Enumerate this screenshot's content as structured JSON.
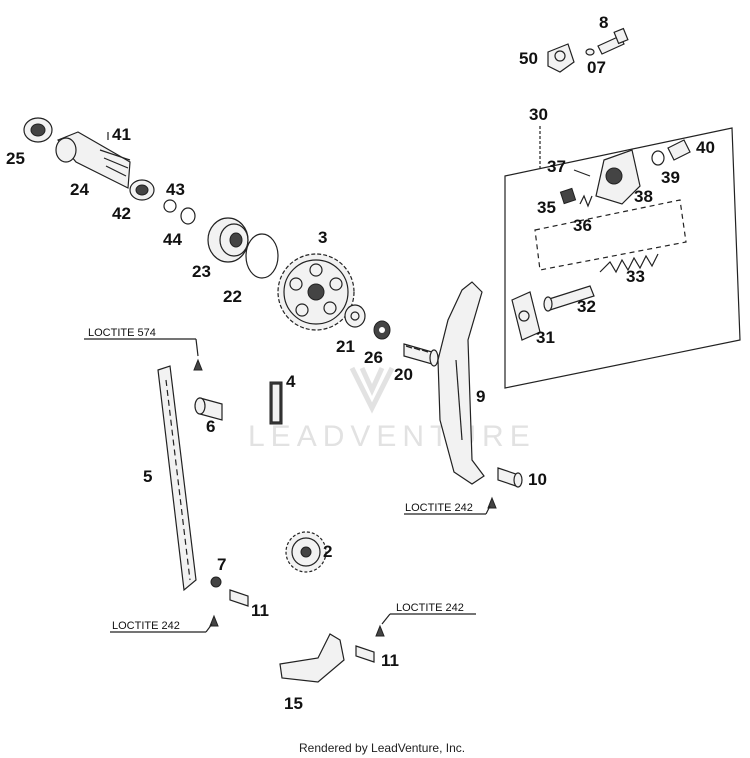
{
  "callouts": [
    "8",
    "50",
    "07",
    "30",
    "41",
    "25",
    "24",
    "43",
    "42",
    "44",
    "37",
    "40",
    "39",
    "38",
    "35",
    "36",
    "3",
    "23",
    "22",
    "33",
    "32",
    "31",
    "21",
    "26",
    "20",
    "9",
    "4",
    "6",
    "5",
    "10",
    "2",
    "7",
    "11",
    "11",
    "15"
  ],
  "notes": [
    "LOCTITE 574",
    "LOCTITE 242",
    "LOCTITE 242",
    "LOCTITE 242"
  ],
  "watermark": "LEADVENTURE",
  "footer": "Rendered by LeadVenture, Inc."
}
